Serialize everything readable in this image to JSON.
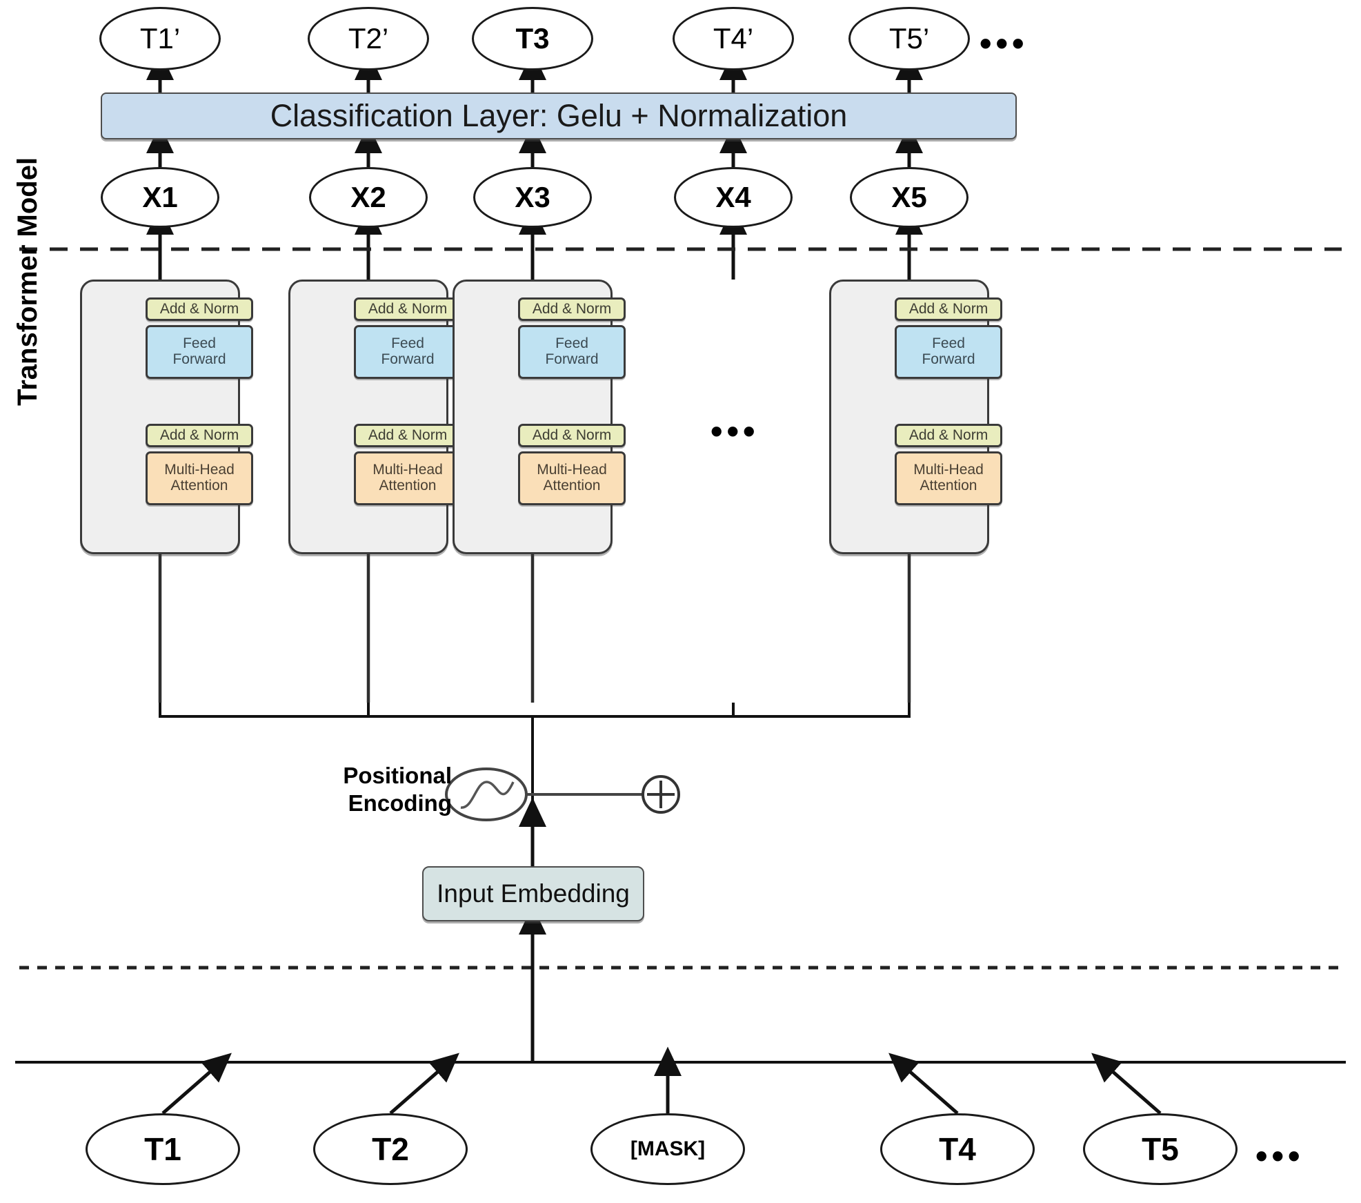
{
  "diagram": {
    "title": "Transformer Model",
    "side_label": "Transformer Model",
    "classification_layer": "Classification Layer: Gelu + Normalization",
    "input_embedding": "Input Embedding",
    "positional_encoding_line1": "Positional",
    "positional_encoding_line2": "Encoding",
    "ellipsis": "...",
    "colors": {
      "classification_bar": "#c9dcee",
      "add_norm": "#e9edbe",
      "feed_forward": "#bfe2f2",
      "multi_head_attention": "#fadfb8",
      "encoder_block": "#efefef",
      "input_embedding": "#d6e3e3",
      "stroke": "#3a3a3a"
    }
  },
  "output_tokens": [
    {
      "label": "T1’",
      "bold": false
    },
    {
      "label": "T2’",
      "bold": false
    },
    {
      "label": "T3",
      "bold": true
    },
    {
      "label": "T4’",
      "bold": false
    },
    {
      "label": "T5’",
      "bold": false
    }
  ],
  "output_ellipsis": "•••",
  "hidden_tokens": [
    {
      "label": "X1"
    },
    {
      "label": "X2"
    },
    {
      "label": "X3"
    },
    {
      "label": "X4"
    },
    {
      "label": "X5"
    }
  ],
  "input_tokens": [
    {
      "label": "T1",
      "masked": false
    },
    {
      "label": "T2",
      "masked": false
    },
    {
      "label": "[MASK]",
      "masked": true
    },
    {
      "label": "T4",
      "masked": false
    },
    {
      "label": "T5",
      "masked": false
    }
  ],
  "input_ellipsis": "•••",
  "encoder_ellipsis": "•••",
  "encoder_blocks": [
    {
      "add_norm_top": "Add & Norm",
      "feed_forward_line1": "Feed",
      "feed_forward_line2": "Forward",
      "add_norm_bottom": "Add & Norm",
      "attention_line1": "Multi-Head",
      "attention_line2": "Attention"
    },
    {
      "add_norm_top": "Add & Norm",
      "feed_forward_line1": "Feed",
      "feed_forward_line2": "Forward",
      "add_norm_bottom": "Add & Norm",
      "attention_line1": "Multi-Head",
      "attention_line2": "Attention"
    },
    {
      "add_norm_top": "Add & Norm",
      "feed_forward_line1": "Feed",
      "feed_forward_line2": "Forward",
      "add_norm_bottom": "Add & Norm",
      "attention_line1": "Multi-Head",
      "attention_line2": "Attention"
    },
    {
      "add_norm_top": "Add & Norm",
      "feed_forward_line1": "Feed",
      "feed_forward_line2": "Forward",
      "add_norm_bottom": "Add & Norm",
      "attention_line1": "Multi-Head",
      "attention_line2": "Attention"
    }
  ]
}
